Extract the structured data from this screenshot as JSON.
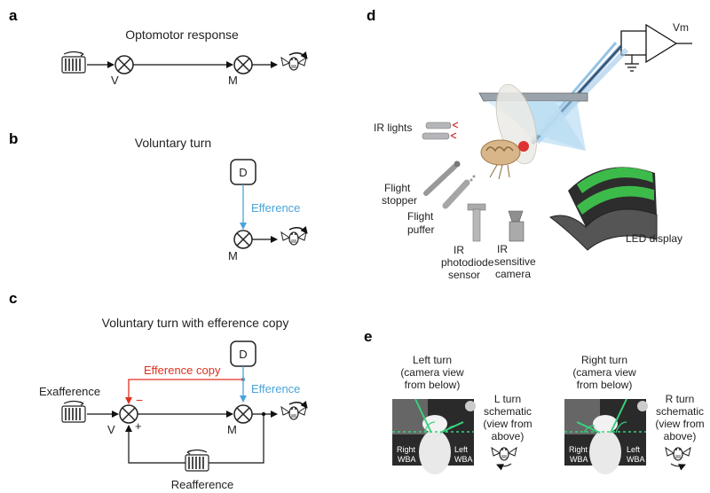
{
  "panels": {
    "a": {
      "label": "a",
      "title": "Optomotor response",
      "node_v": "V",
      "node_m": "M"
    },
    "b": {
      "label": "b",
      "title": "Voluntary turn",
      "node_d": "D",
      "efference": "Efference",
      "node_m": "M"
    },
    "c": {
      "label": "c",
      "title": "Voluntary turn with efference copy",
      "node_d": "D",
      "efference_copy": "Efference copy",
      "efference": "Efference",
      "exafference": "Exafference",
      "minus": "−",
      "plus": "+",
      "node_v": "V",
      "node_m": "M",
      "reafference": "Reafference"
    },
    "d": {
      "label": "d",
      "vm": "Vm",
      "ir_lights": "IR lights",
      "flight_stopper": [
        "Flight",
        "stopper"
      ],
      "flight_puffer": [
        "Flight",
        "puffer"
      ],
      "photodiode": [
        "IR",
        "photodiode",
        "sensor"
      ],
      "camera": [
        "IR",
        "sensitive",
        "camera"
      ],
      "led_display": "LED display"
    },
    "e": {
      "label": "e",
      "left_turn": [
        "Left turn",
        "(camera view",
        "from below)"
      ],
      "l_schematic": [
        "L turn",
        "schematic",
        "(view from",
        "above)"
      ],
      "right_turn": [
        "Right turn",
        "(camera view",
        "from below)"
      ],
      "r_schematic": [
        "R turn",
        "schematic",
        "(view from",
        "above)"
      ],
      "right_wba": [
        "Right",
        "WBA"
      ],
      "left_wba": [
        "Left",
        "WBA"
      ]
    }
  },
  "colors": {
    "efference_blue": "#4aa3d8",
    "efference_copy_red": "#e0301e",
    "led_green": "#3dbb4a",
    "wba_green": "#38d27e"
  }
}
